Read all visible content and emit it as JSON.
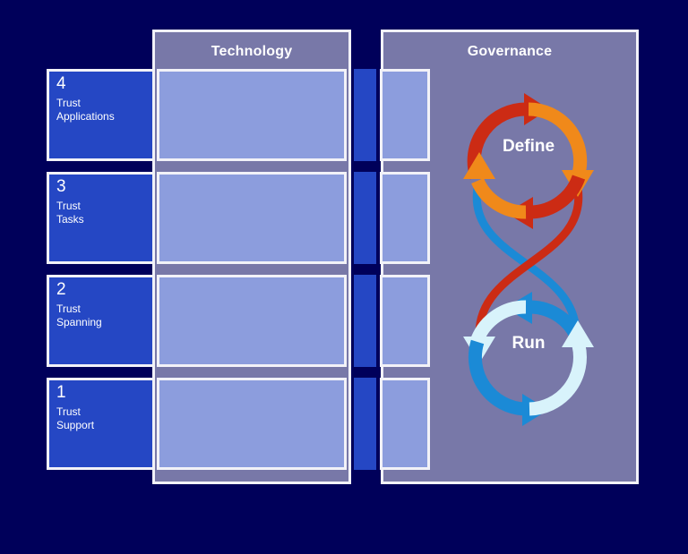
{
  "background_color": "#00005a",
  "panels": {
    "technology": {
      "title": "Technology",
      "color": "#7878a8",
      "border_color": "#f2f2f8"
    },
    "governance": {
      "title": "Governance",
      "color": "#7878a8",
      "border_color": "#f2f2f8"
    }
  },
  "levels": [
    {
      "number": "4",
      "label": "Trust\nApplications",
      "color": "#2547c4"
    },
    {
      "number": "3",
      "label": "Trust\nTasks",
      "color": "#2547c4"
    },
    {
      "number": "2",
      "label": "Trust\nSpanning",
      "color": "#2547c4"
    },
    {
      "number": "1",
      "label": "Trust\nSupport",
      "color": "#2547c4"
    }
  ],
  "loop_diagram": {
    "define": {
      "caption": "Define",
      "colors": {
        "primary": "#cc2b14",
        "secondary": "#f0891a"
      },
      "direction": "clockwise"
    },
    "run": {
      "caption": "Run",
      "colors": {
        "primary": "#1b8ad6",
        "secondary": "#d8f3fb"
      },
      "direction": "counter-clockwise"
    },
    "crossover": {
      "red_strand": "#cc2b14",
      "blue_strand": "#1b8ad6"
    }
  }
}
